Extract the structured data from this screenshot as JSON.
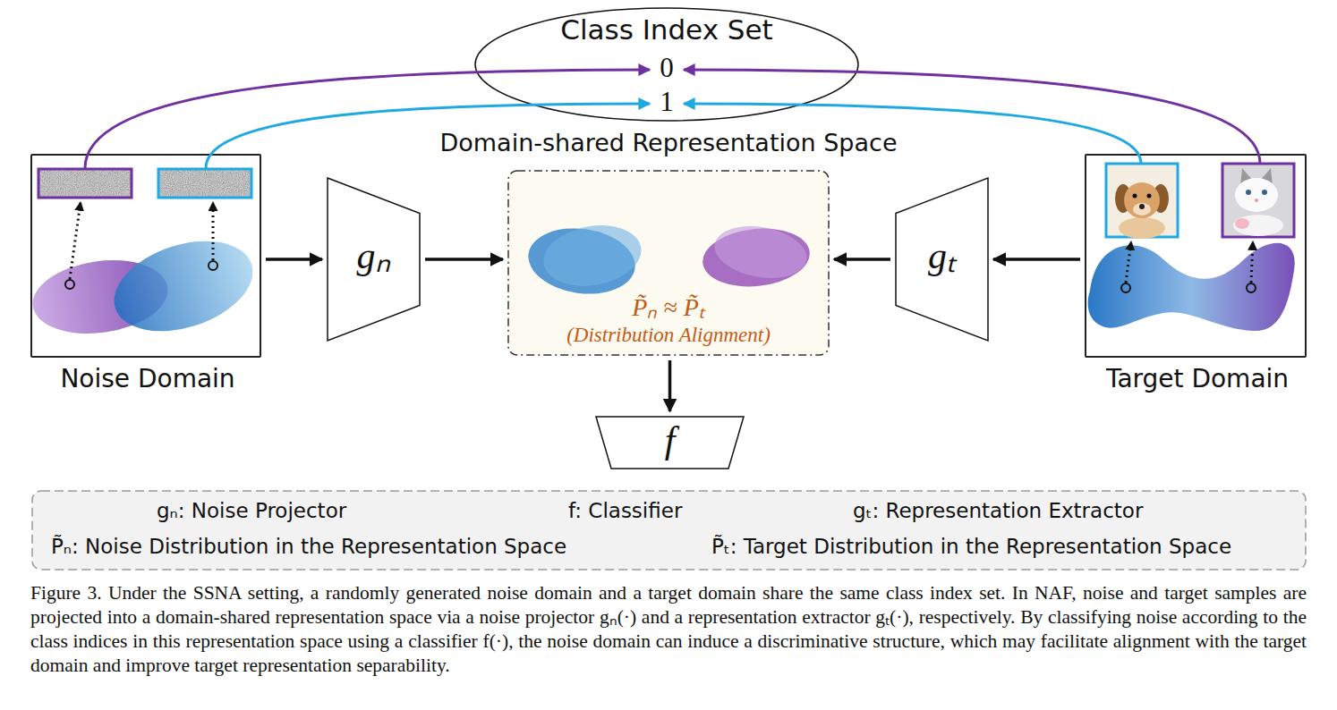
{
  "diagram": {
    "caption": "Figure 3. Under the SSNA setting, a randomly generated noise domain and a target domain share the same class index set. In NAF, noise and target samples are projected into a domain-shared representation space via a noise projector gₙ(·) and a representation extractor gₜ(·), respectively. By classifying noise according to the class indices in this representation space using a classifier f(·), the noise domain can induce a discriminative structure, which may facilitate alignment with the target domain and improve target representation separability.",
    "nodes": [
      {
        "text": [
          "Class Index Set",
          "0",
          "1"
        ]
      },
      {
        "text": [
          "Noise Domain"
        ]
      },
      {
        "text": [
          "gₙ"
        ]
      },
      {
        "text": [
          "Domain-shared Representation Space",
          "P̃ₙ ≈ P̃ₜ",
          "(Distribution Alignment)"
        ]
      },
      {
        "text": [
          "gₜ"
        ]
      },
      {
        "text": [
          "Target Domain"
        ]
      },
      {
        "text": [
          "f"
        ]
      },
      {
        "text": [
          "gₙ: Noise Projector",
          "f: Classifier",
          "gₜ: Representation Extractor",
          "P̃ₙ: Noise Distribution in the Representation Space",
          "P̃ₜ: Target Distribution in the Representation Space"
        ]
      }
    ],
    "edges": [
      {
        "from": 1,
        "to": 2,
        "arrow": "to"
      },
      {
        "from": 2,
        "to": 3,
        "arrow": "to"
      },
      {
        "from": 4,
        "to": 3,
        "arrow": "to"
      },
      {
        "from": 5,
        "to": 4,
        "arrow": "to"
      },
      {
        "from": 3,
        "to": 6,
        "arrow": "to"
      }
    ]
  }
}
